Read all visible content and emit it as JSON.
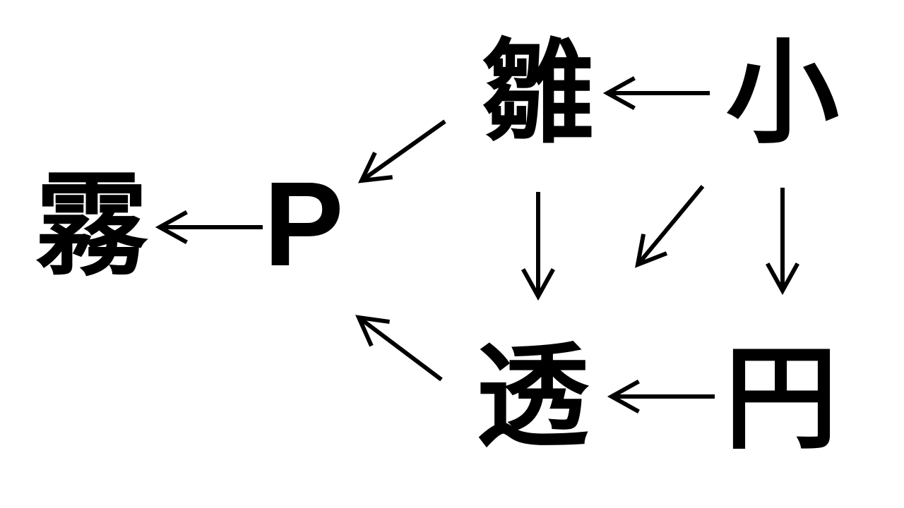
{
  "nodes": {
    "kiri": "霧",
    "p": "P",
    "hina": "雛",
    "shou": "小",
    "tou": "透",
    "en": "円"
  },
  "edges": [
    {
      "from": "shou",
      "to": "hina"
    },
    {
      "from": "hina",
      "to": "p"
    },
    {
      "from": "p",
      "to": "kiri"
    },
    {
      "from": "hina",
      "to": "tou"
    },
    {
      "from": "shou",
      "to": "tou"
    },
    {
      "from": "shou",
      "to": "en"
    },
    {
      "from": "en",
      "to": "tou"
    },
    {
      "from": "tou",
      "to": "p"
    }
  ],
  "colors": {
    "background": "#ffffff",
    "foreground": "#000000"
  }
}
